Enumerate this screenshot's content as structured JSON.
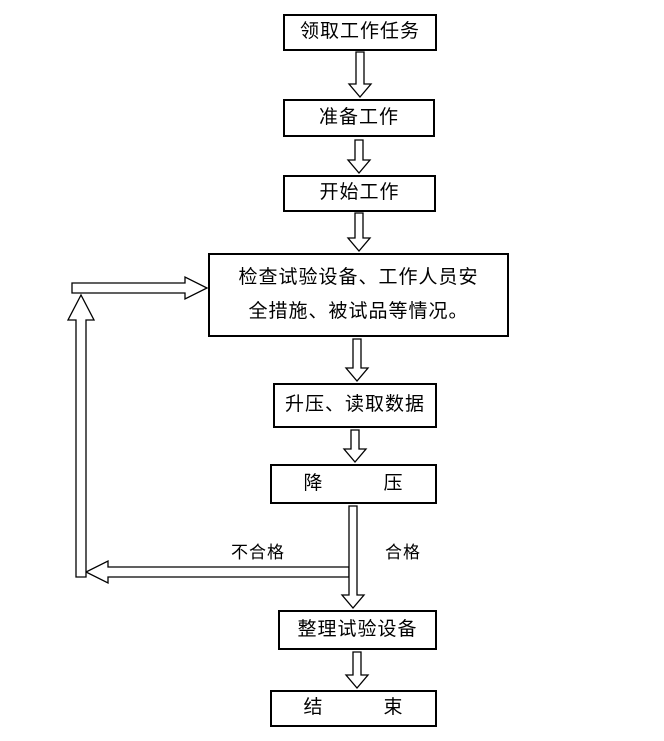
{
  "diagram": {
    "title": "",
    "nodes": [
      {
        "id": "receive-task",
        "label": "领取工作任务"
      },
      {
        "id": "prepare-work",
        "label": "准备工作"
      },
      {
        "id": "start-work",
        "label": "开始工作"
      },
      {
        "id": "check-equipment",
        "label": "检查试验设备、工作人员安\n全措施、被试品等情况。"
      },
      {
        "id": "boost-read",
        "label": "升压、读取数据"
      },
      {
        "id": "step-down",
        "label": "降　　　压"
      },
      {
        "id": "tidy-equipment",
        "label": "整理试验设备"
      },
      {
        "id": "end",
        "label": "结　　　束"
      }
    ],
    "edge_labels": {
      "fail": "不合格",
      "pass": "合格"
    },
    "edges": [
      {
        "from": "receive-task",
        "to": "prepare-work"
      },
      {
        "from": "prepare-work",
        "to": "start-work"
      },
      {
        "from": "start-work",
        "to": "check-equipment"
      },
      {
        "from": "check-equipment",
        "to": "boost-read"
      },
      {
        "from": "boost-read",
        "to": "step-down"
      },
      {
        "from": "step-down",
        "to": "tidy-equipment",
        "label": "合格"
      },
      {
        "from": "step-down",
        "to": "check-equipment",
        "label": "不合格"
      },
      {
        "from": "tidy-equipment",
        "to": "end"
      }
    ],
    "colors": {
      "line": "#000000",
      "fill": "#ffffff",
      "background": "#ffffff"
    }
  }
}
